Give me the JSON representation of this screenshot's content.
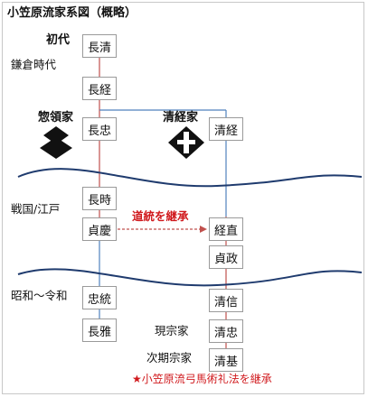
{
  "title": "小笠原流家系図（概略）",
  "labels": {
    "founder": "初代",
    "kamakura": "鎌倉時代",
    "soryo": "惣領家",
    "kiyotsune_family": "清経家",
    "sengoku": "戦国/江戸",
    "showa": "昭和～令和",
    "current_head": "現宗家",
    "next_head": "次期宗家",
    "succession": "道統を継承",
    "footnote": "★小笠原流弓馬術礼法を継承"
  },
  "nodes": {
    "nagakiyo": "長清",
    "nagatsune": "長経",
    "nagatada": "長忠",
    "kiyotsune": "清経",
    "nagatoki": "長時",
    "sadayoshi": "貞慶",
    "tsunenao": "経直",
    "sadamasa": "貞政",
    "tadamune": "忠統",
    "nagamasa": "長雅",
    "kiyonobu": "清信",
    "kiyotada": "清忠",
    "kiyomoto": "清基"
  },
  "colors": {
    "red_line": "#c0504d",
    "blue_line": "#4f81bd",
    "wave": "#1f3b6e",
    "accent_text": "#d0191d"
  }
}
